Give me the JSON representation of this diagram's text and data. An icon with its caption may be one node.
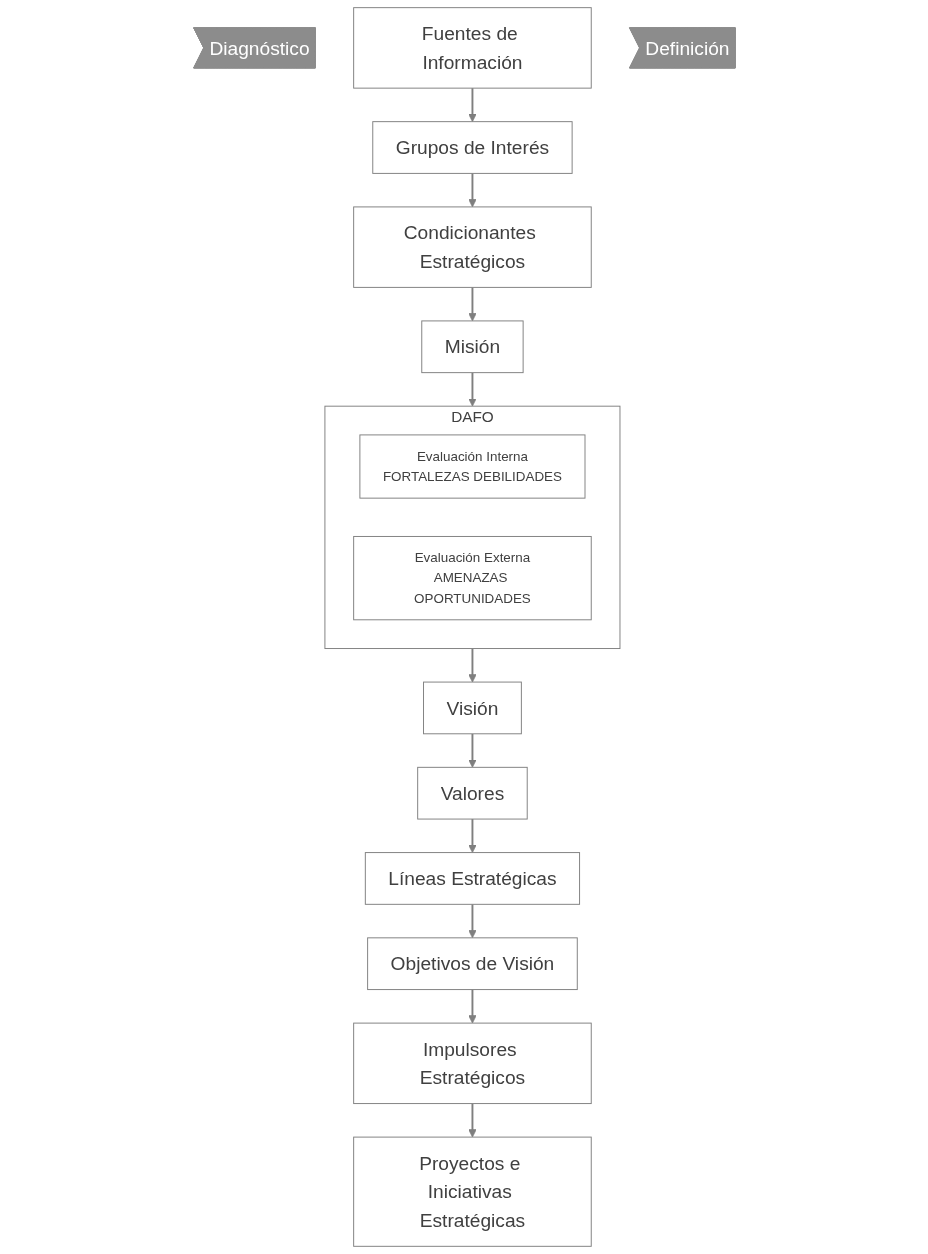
{
  "diagram": {
    "nodes": [
      {
        "text": [
          "Diagnóstico"
        ]
      },
      {
        "text": [
          "Fuentes de Información"
        ]
      },
      {
        "text": [
          "Grupos de Interés"
        ]
      },
      {
        "text": [
          "Condicionantes Estratégicos"
        ]
      },
      {
        "text": [
          "Misión"
        ]
      },
      {
        "text": [
          "DAFO"
        ]
      },
      {
        "text": [
          "Evaluación Interna",
          "FORTALEZAS DEBILIDADES"
        ],
        "in": 5
      },
      {
        "text": [
          "Evaluación Externa",
          "AMENAZAS OPORTUNIDADES"
        ],
        "in": 5
      },
      {
        "text": [
          "Definición"
        ]
      },
      {
        "text": [
          "Visión"
        ]
      },
      {
        "text": [
          "Valores"
        ]
      },
      {
        "text": [
          "Líneas Estratégicas"
        ]
      },
      {
        "text": [
          "Objetivos de Visión"
        ]
      },
      {
        "text": [
          "Impulsores Estratégicos"
        ]
      },
      {
        "text": [
          "Proyectos e Iniciativas Estratégicas"
        ]
      }
    ],
    "edges": [
      {
        "from": 1,
        "to": 2,
        "arrow": "to"
      },
      {
        "from": 2,
        "to": 3,
        "arrow": "to"
      },
      {
        "from": 3,
        "to": 4,
        "arrow": "to"
      },
      {
        "from": 4,
        "to": 5,
        "arrow": "to"
      },
      {
        "from": 5,
        "to": 9,
        "arrow": "to"
      },
      {
        "from": 9,
        "to": 10,
        "arrow": "to"
      },
      {
        "from": 10,
        "to": 11,
        "arrow": "to"
      },
      {
        "from": 11,
        "to": 12,
        "arrow": "to"
      },
      {
        "from": 12,
        "to": 13,
        "arrow": "to"
      },
      {
        "from": 13,
        "to": 14,
        "arrow": "to"
      }
    ]
  }
}
